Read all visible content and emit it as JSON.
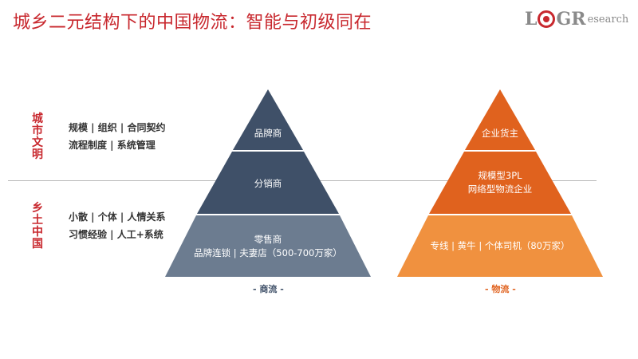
{
  "title": "城乡二元结构下的中国物流：智能与初级同在",
  "logo": {
    "letters": [
      "L",
      "G",
      "R"
    ],
    "suffix": "esearch"
  },
  "sections": {
    "urban": {
      "label": "城市文明",
      "lines": [
        "规模 | 组织 | 合同契约",
        "流程制度 | 系统管理"
      ]
    },
    "rural": {
      "label": "乡土中国",
      "lines": [
        "小散 | 个体 | 人情关系",
        "习惯经验 | 人工+系统"
      ]
    }
  },
  "commerce_pyramid": {
    "caption": "- 商流 -",
    "colors": {
      "top": "#3f5068",
      "middle": "#3f5068",
      "bottom": "#6c7c90"
    },
    "tiers": {
      "top": {
        "line1": "品牌商"
      },
      "middle": {
        "line1": "分销商"
      },
      "bottom": {
        "line1": "零售商",
        "line2": "品牌连锁 | 夫妻店（500-700万家）"
      }
    }
  },
  "logistics_pyramid": {
    "caption": "- 物流 -",
    "colors": {
      "top": "#e0621e",
      "middle": "#e0621e",
      "bottom": "#f0913f"
    },
    "tiers": {
      "top": {
        "line1": "企业货主"
      },
      "middle": {
        "line1": "规模型3PL",
        "line2": "网络型物流企业"
      },
      "bottom": {
        "line1": "专线 | 黄牛 | 个体司机（80万家）"
      }
    }
  },
  "colors": {
    "accent": "#c8282e",
    "caption_commerce": "#3f5068",
    "caption_logistics": "#e0621e"
  }
}
